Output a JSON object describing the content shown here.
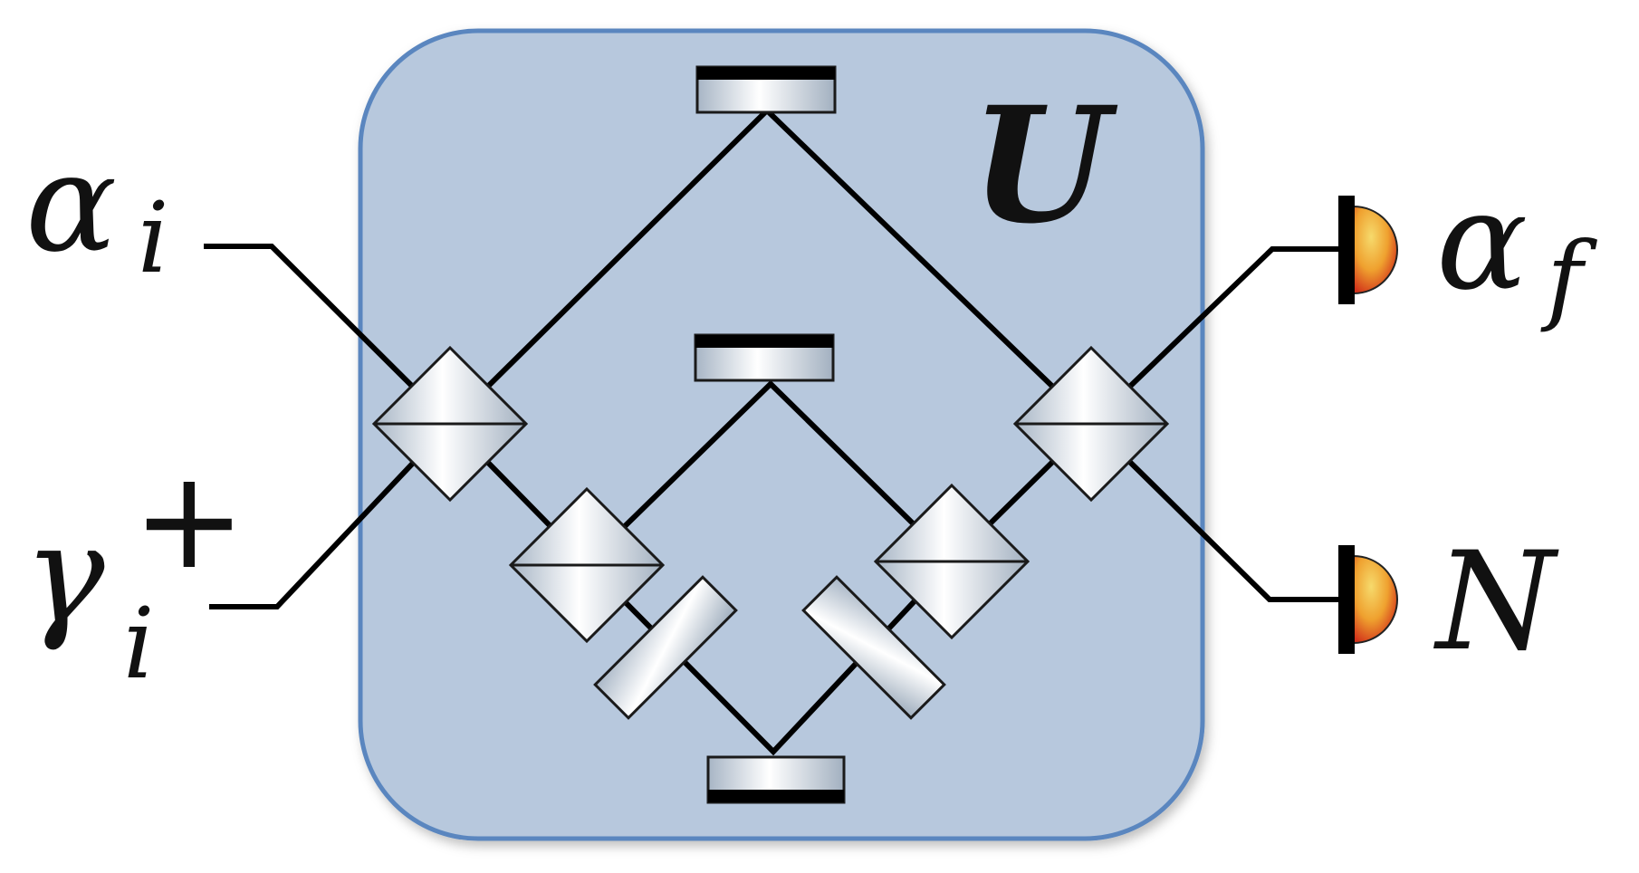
{
  "labels": {
    "unitary": "U",
    "input_alpha_base": "α",
    "input_alpha_sub": "i",
    "input_gamma_base": "γ",
    "input_gamma_sub": "i",
    "input_gamma_sup": "+",
    "output_alpha_base": "α",
    "output_alpha_sub": "f",
    "output_n": "N"
  },
  "colors": {
    "box_fill": "#b7c8dd",
    "box_stroke": "#5a86bf",
    "detector_core": "#f3c74a",
    "detector_edge": "#d63a1c",
    "optic_light": "#ffffff",
    "optic_dark": "#a9b7c6",
    "mirror_cap": "#000000"
  }
}
